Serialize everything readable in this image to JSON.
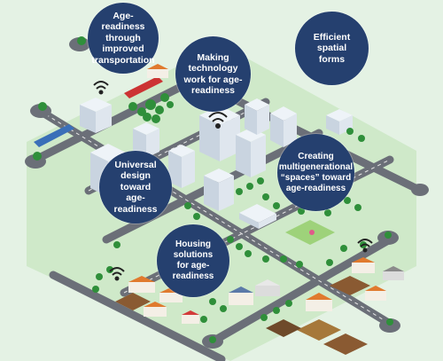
{
  "background_color": "#e4f2e4",
  "bubble_color": "#25406f",
  "bubbles": [
    {
      "id": "transportation",
      "label": "Age-readiness\nthrough improved\ntransportation"
    },
    {
      "id": "technology",
      "label": "Making\ntechnology\nwork for age-\nreadiness"
    },
    {
      "id": "spatial",
      "label": "Efficient spatial\nforms"
    },
    {
      "id": "spaces",
      "label": "Creating\nmultigenerational\n“spaces” toward\nage-readiness"
    },
    {
      "id": "universal",
      "label": "Universal\ndesign toward\nage-readiness"
    },
    {
      "id": "housing",
      "label": "Housing solutions\nfor age-readiness"
    }
  ],
  "illustration": {
    "type": "isometric-city",
    "elements": [
      "roads",
      "roundabouts",
      "high-rise-buildings",
      "houses",
      "trees",
      "train",
      "park",
      "wifi-icons",
      "farm-fields"
    ]
  }
}
